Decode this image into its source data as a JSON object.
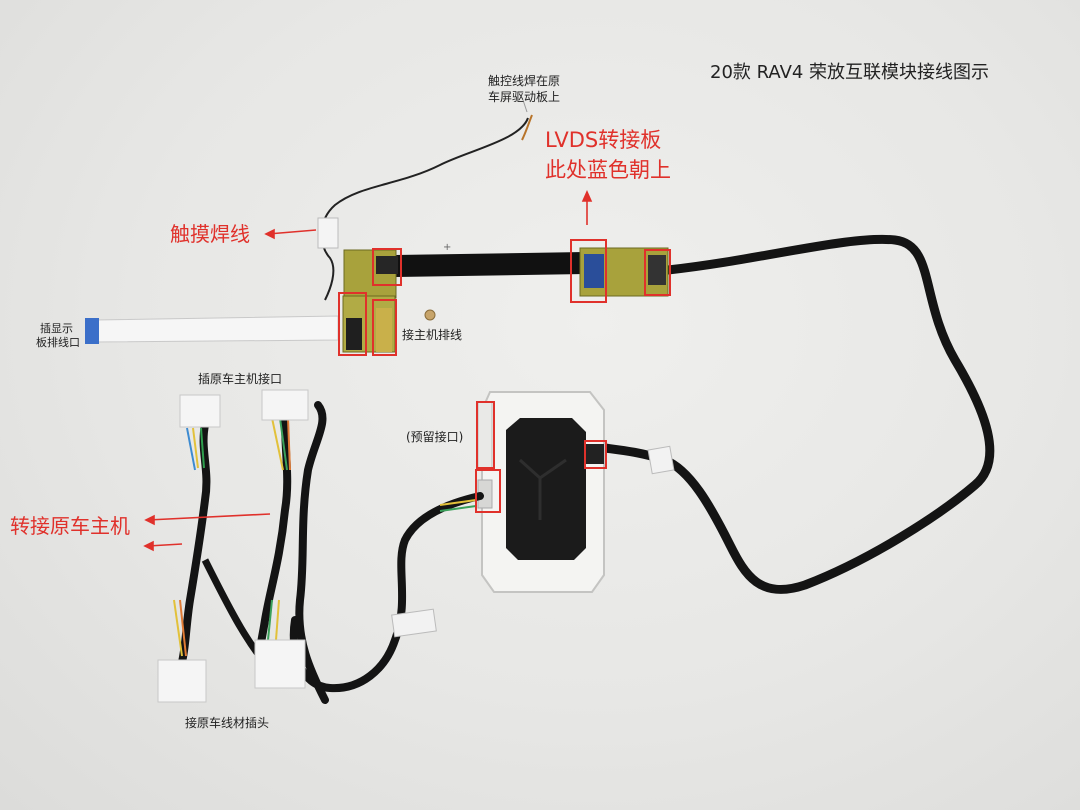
{
  "title": "20款 RAV4 荣放互联模块接线图示",
  "labels": {
    "touch_wire_note_line1": "触控线焊在原",
    "touch_wire_note_line2": "车屏驱动板上",
    "lvds_line1": "LVDS转接板",
    "lvds_line2": "此处蓝色朝上",
    "touch_solder": "触摸焊线",
    "display_ffc_line1": "插显示",
    "display_ffc_line2": "板排线口",
    "host_ribbon": "接主机排线",
    "original_host_port": "插原车主机接口",
    "reserved_port": "(预留接口)",
    "adapter_original_host": "转接原车主机",
    "original_harness_plug": "接原车线材插头"
  },
  "colors": {
    "annotation": "#e0312b",
    "cable": "#141414",
    "pcb": "#a8a23c",
    "module_shell": "#f4f4f2",
    "module_face": "#1b1b1b"
  }
}
